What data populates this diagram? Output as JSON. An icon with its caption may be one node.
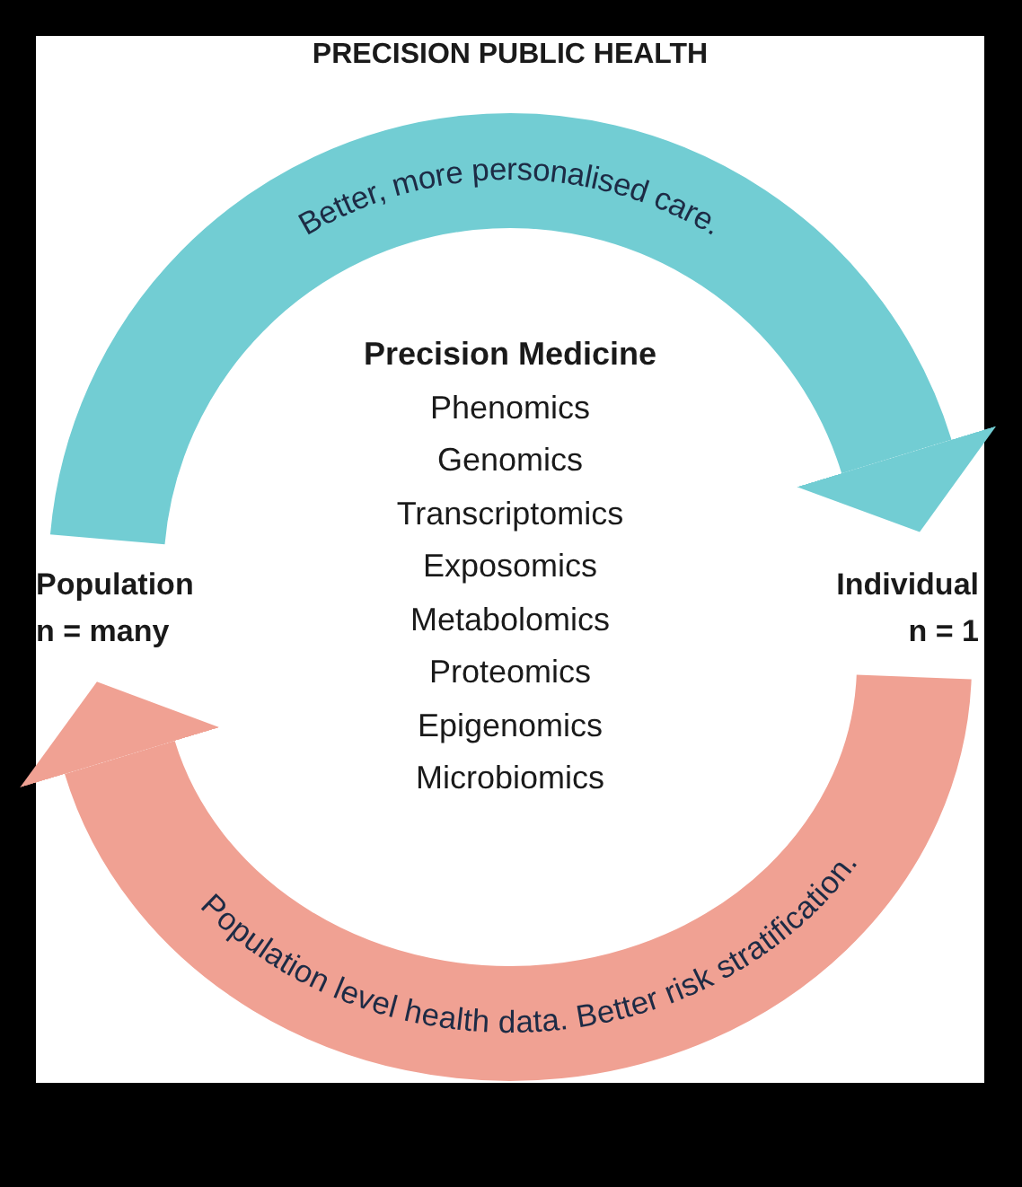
{
  "diagram": {
    "title": "PRECISION PUBLIC HEALTH",
    "nodes": [
      {
        "text": [
          "Population",
          "n = many"
        ]
      },
      {
        "text": [
          "Individual",
          "n = 1"
        ]
      },
      {
        "text": [
          "Precision Medicine",
          "Phenomics",
          "Genomics",
          "Transcriptomics",
          "Exposomics",
          "Metabolomics",
          "Proteomics",
          "Epigenomics",
          "Microbiomics"
        ]
      }
    ],
    "edges": [
      {
        "from": 0,
        "to": 1,
        "arrow": "to",
        "label": "Better, more personalised care.",
        "color": "#72cdd3"
      },
      {
        "from": 1,
        "to": 0,
        "arrow": "to",
        "label": "Population level health data. Better risk stratification.",
        "color": "#f0a193"
      }
    ]
  }
}
